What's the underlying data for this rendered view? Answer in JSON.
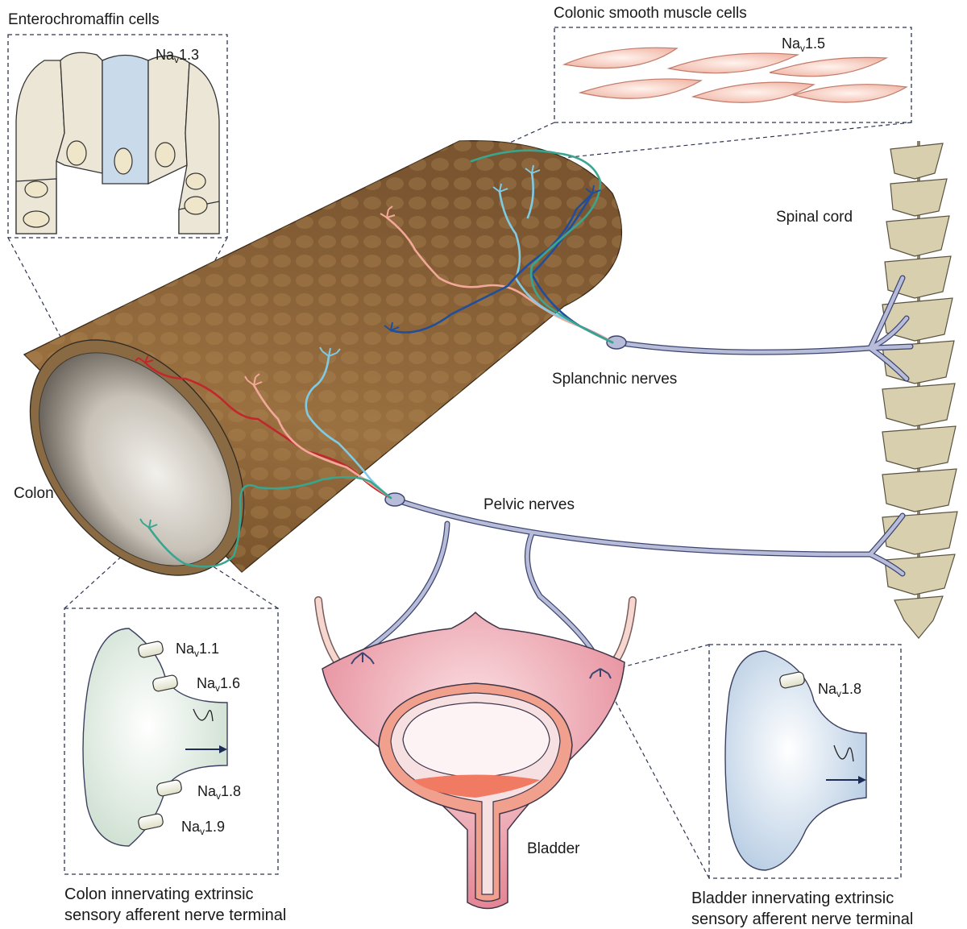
{
  "labels": {
    "enterochromaffin": "Enterochromaffin cells",
    "smooth_muscle": "Colonic smooth muscle cells",
    "spinal_cord": "Spinal cord",
    "colon": "Colon",
    "splanchnic": "Splanchnic nerves",
    "pelvic": "Pelvic nerves",
    "bladder": "Bladder",
    "colon_terminal_1": "Colon innervating extrinsic",
    "colon_terminal_2": "sensory afferent nerve terminal",
    "bladder_terminal_1": "Bladder innervating extrinsic",
    "bladder_terminal_2": "sensory afferent nerve terminal"
  },
  "channels": {
    "prefix": "Na",
    "subscript": "v",
    "enterochromaffin": "1.3",
    "smooth_muscle": "1.5",
    "colon_a": "1.1",
    "colon_b": "1.6",
    "colon_c": "1.8",
    "colon_d": "1.9",
    "bladder": "1.8"
  },
  "colors": {
    "colon_tissue": "#8b6338",
    "nerve": "#b7bdd8",
    "nerve_outline": "#3d4470",
    "fiber_red": "#c0282d",
    "fiber_pink": "#f3a99a",
    "fiber_lightblue": "#7fcbe6",
    "fiber_darkblue": "#1f4f9c",
    "fiber_teal": "#3aa58f",
    "bladder": "#e88a99",
    "vertebra": "#d8cfae"
  }
}
